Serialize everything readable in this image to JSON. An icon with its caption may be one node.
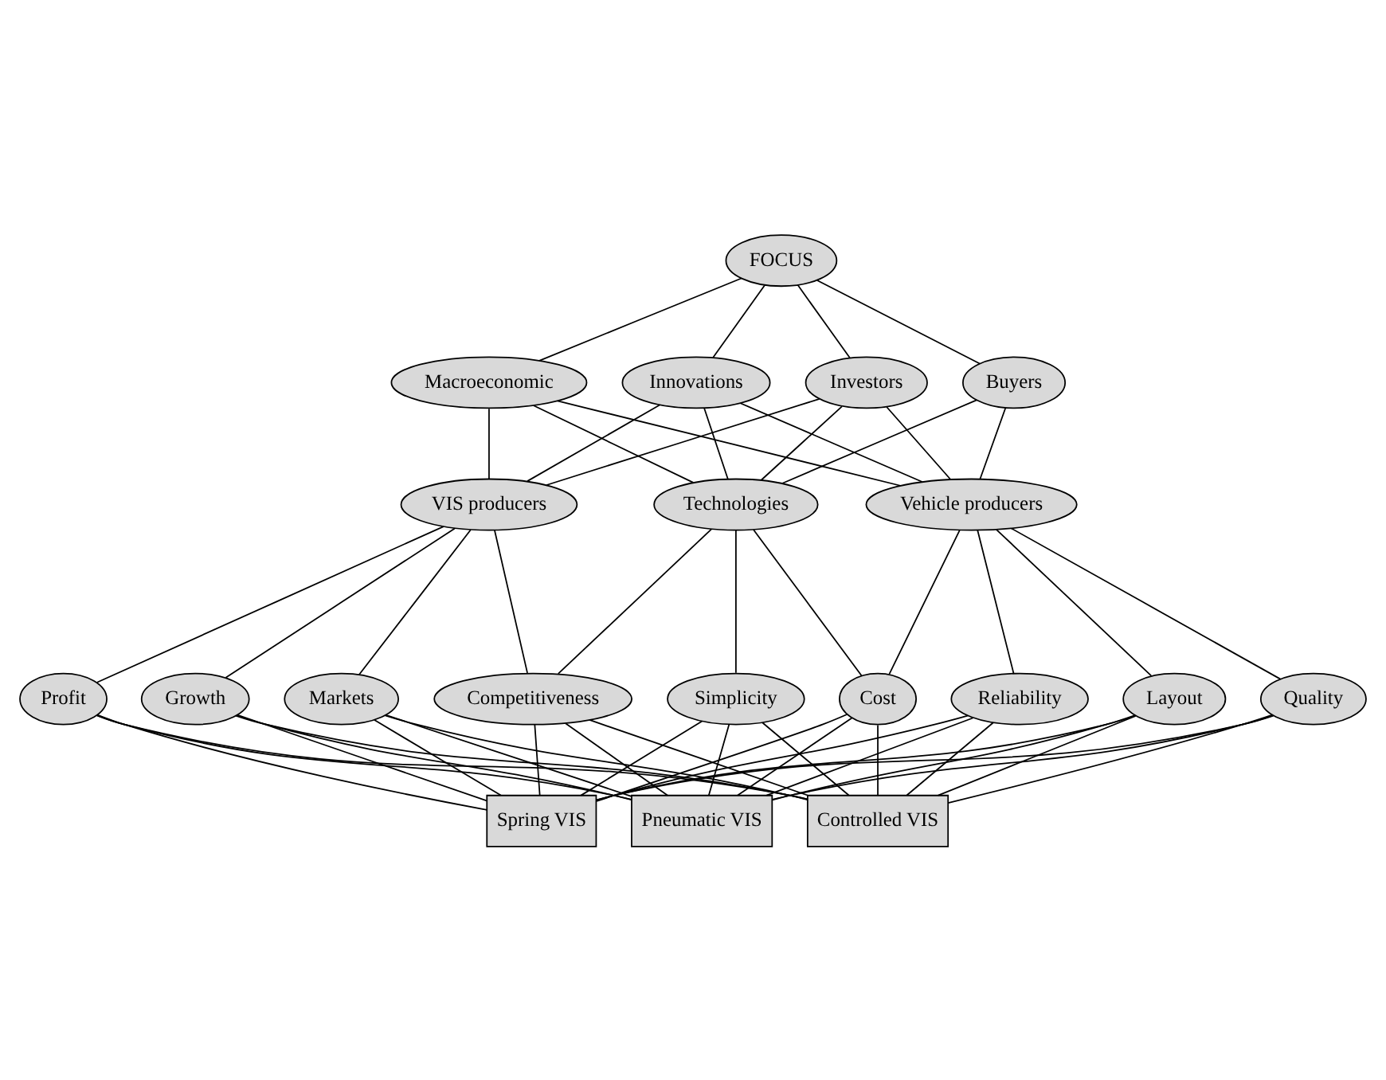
{
  "diagram": {
    "nodes": [
      {
        "text": [
          "FOCUS"
        ]
      },
      {
        "text": [
          "Macroeconomic"
        ]
      },
      {
        "text": [
          "Innovations"
        ]
      },
      {
        "text": [
          "Investors"
        ]
      },
      {
        "text": [
          "Buyers"
        ]
      },
      {
        "text": [
          "VIS producers"
        ]
      },
      {
        "text": [
          "Technologies"
        ]
      },
      {
        "text": [
          "Vehicle producers"
        ]
      },
      {
        "text": [
          "Profit"
        ]
      },
      {
        "text": [
          "Competitiveness"
        ]
      },
      {
        "text": [
          "Cost"
        ]
      },
      {
        "text": [
          "Reliability"
        ]
      },
      {
        "text": [
          "Quality"
        ]
      },
      {
        "text": [
          "Growth"
        ]
      },
      {
        "text": [
          "Markets"
        ]
      },
      {
        "text": [
          "Simplicity"
        ]
      },
      {
        "text": [
          "Layout"
        ]
      },
      {
        "text": [
          "Spring VIS"
        ]
      },
      {
        "text": [
          "Pneumatic VIS"
        ]
      },
      {
        "text": [
          "Controlled VIS"
        ]
      }
    ],
    "edges": [
      {
        "from": 0,
        "to": 1,
        "arrow": "none"
      },
      {
        "from": 0,
        "to": 2,
        "arrow": "none"
      },
      {
        "from": 0,
        "to": 3,
        "arrow": "none"
      },
      {
        "from": 0,
        "to": 4,
        "arrow": "none"
      },
      {
        "from": 1,
        "to": 5,
        "arrow": "none"
      },
      {
        "from": 1,
        "to": 6,
        "arrow": "none"
      },
      {
        "from": 1,
        "to": 7,
        "arrow": "none"
      },
      {
        "from": 2,
        "to": 5,
        "arrow": "none"
      },
      {
        "from": 2,
        "to": 6,
        "arrow": "none"
      },
      {
        "from": 2,
        "to": 7,
        "arrow": "none"
      },
      {
        "from": 3,
        "to": 5,
        "arrow": "none"
      },
      {
        "from": 3,
        "to": 6,
        "arrow": "none"
      },
      {
        "from": 3,
        "to": 7,
        "arrow": "none"
      },
      {
        "from": 4,
        "to": 6,
        "arrow": "none"
      },
      {
        "from": 4,
        "to": 7,
        "arrow": "none"
      },
      {
        "from": 5,
        "to": 8,
        "arrow": "none"
      },
      {
        "from": 5,
        "to": 13,
        "arrow": "none"
      },
      {
        "from": 5,
        "to": 14,
        "arrow": "none"
      },
      {
        "from": 5,
        "to": 9,
        "arrow": "none"
      },
      {
        "from": 6,
        "to": 9,
        "arrow": "none"
      },
      {
        "from": 6,
        "to": 15,
        "arrow": "none"
      },
      {
        "from": 6,
        "to": 10,
        "arrow": "none"
      },
      {
        "from": 7,
        "to": 10,
        "arrow": "none"
      },
      {
        "from": 7,
        "to": 11,
        "arrow": "none"
      },
      {
        "from": 7,
        "to": 16,
        "arrow": "none"
      },
      {
        "from": 7,
        "to": 12,
        "arrow": "none"
      },
      {
        "from": 8,
        "to": 17,
        "arrow": "none"
      },
      {
        "from": 8,
        "to": 18,
        "arrow": "none"
      },
      {
        "from": 8,
        "to": 19,
        "arrow": "none"
      },
      {
        "from": 13,
        "to": 17,
        "arrow": "none"
      },
      {
        "from": 13,
        "to": 18,
        "arrow": "none"
      },
      {
        "from": 13,
        "to": 19,
        "arrow": "none"
      },
      {
        "from": 14,
        "to": 17,
        "arrow": "none"
      },
      {
        "from": 14,
        "to": 18,
        "arrow": "none"
      },
      {
        "from": 14,
        "to": 19,
        "arrow": "none"
      },
      {
        "from": 9,
        "to": 17,
        "arrow": "none"
      },
      {
        "from": 9,
        "to": 18,
        "arrow": "none"
      },
      {
        "from": 9,
        "to": 19,
        "arrow": "none"
      },
      {
        "from": 15,
        "to": 17,
        "arrow": "none"
      },
      {
        "from": 15,
        "to": 18,
        "arrow": "none"
      },
      {
        "from": 15,
        "to": 19,
        "arrow": "none"
      },
      {
        "from": 10,
        "to": 17,
        "arrow": "none"
      },
      {
        "from": 10,
        "to": 18,
        "arrow": "none"
      },
      {
        "from": 10,
        "to": 19,
        "arrow": "none"
      },
      {
        "from": 11,
        "to": 17,
        "arrow": "none"
      },
      {
        "from": 11,
        "to": 18,
        "arrow": "none"
      },
      {
        "from": 11,
        "to": 19,
        "arrow": "none"
      },
      {
        "from": 16,
        "to": 17,
        "arrow": "none"
      },
      {
        "from": 16,
        "to": 18,
        "arrow": "none"
      },
      {
        "from": 16,
        "to": 19,
        "arrow": "none"
      },
      {
        "from": 12,
        "to": 17,
        "arrow": "none"
      },
      {
        "from": 12,
        "to": 18,
        "arrow": "none"
      },
      {
        "from": 12,
        "to": 19,
        "arrow": "none"
      }
    ]
  }
}
